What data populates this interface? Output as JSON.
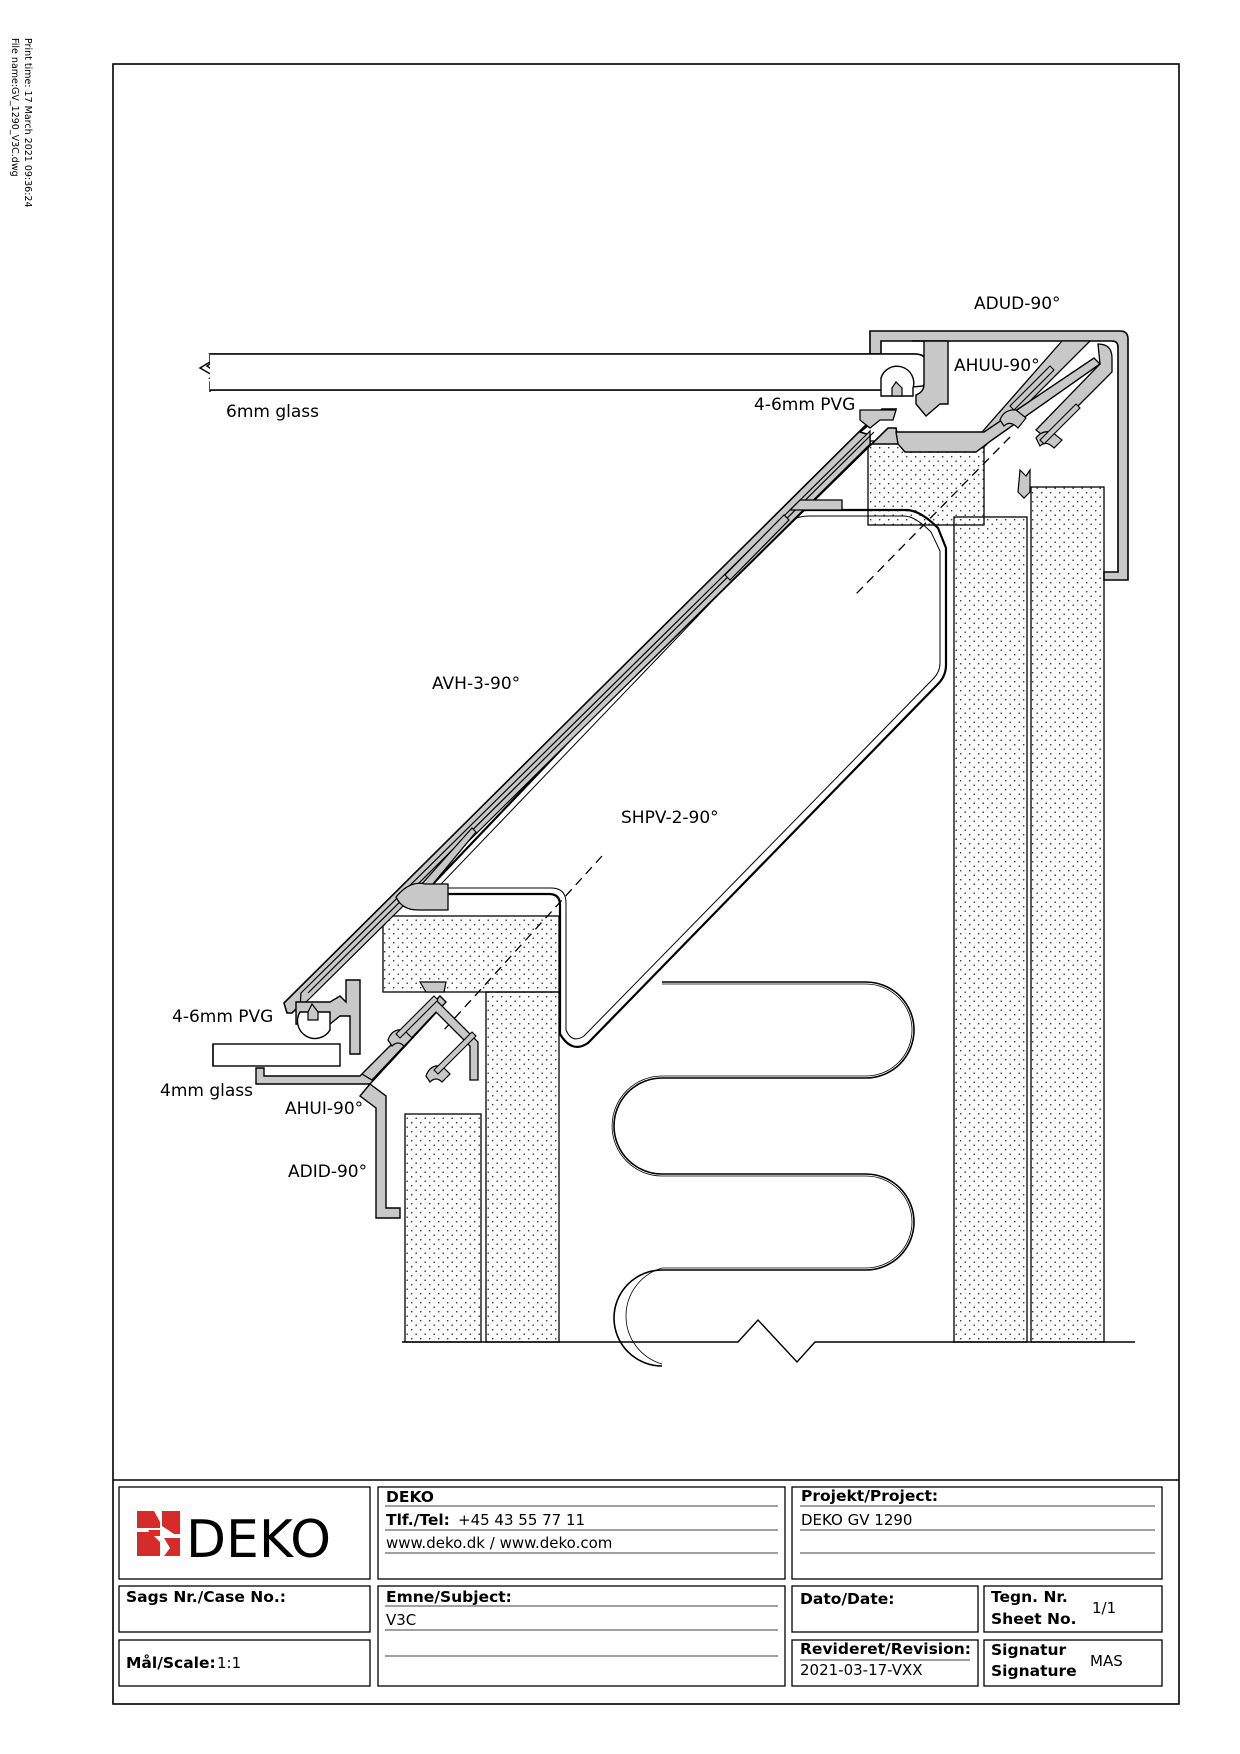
{
  "print_meta": {
    "print_time": "Print time: 17 March 2021 09:36:24",
    "file_name": "File name:GV_1290_V3C.dwg"
  },
  "labels": {
    "adud": "ADUD-90°",
    "ahuu": "AHUU-90°",
    "glass_6mm": "6mm glass",
    "pvg_top": "4-6mm PVG",
    "avh": "AVH-3-90°",
    "shpv": "SHPV-2-90°",
    "pvg_bottom": "4-6mm PVG",
    "glass_4mm": "4mm glass",
    "ahui": "AHUI-90°",
    "adid": "ADID-90°"
  },
  "title_block": {
    "logo_text": "DEKO",
    "company": "DEKO",
    "tel_label": "Tlf./Tel:",
    "tel_value": "+45 43 55 77 11",
    "web": "www.deko.dk / www.deko.com",
    "project_label": "Projekt/Project:",
    "project_value": "DEKO GV 1290",
    "case_label": "Sags Nr./Case No.:",
    "subject_label": "Emne/Subject:",
    "subject_value": "V3C",
    "date_label": "Dato/Date:",
    "sheet_label_1": "Tegn. Nr.",
    "sheet_label_2": "Sheet No.",
    "sheet_value": "1/1",
    "scale_label": "Mål/Scale:",
    "scale_value": "1:1",
    "revision_label": "Revideret/Revision:",
    "revision_value": "2021-03-17-VXX",
    "signature_label_1": "Signatur",
    "signature_label_2": "Signature",
    "signature_value": "MAS"
  },
  "colors": {
    "profile_fill": "#c8c8c8",
    "logo_red": "#d52b2b",
    "line": "#000000"
  }
}
